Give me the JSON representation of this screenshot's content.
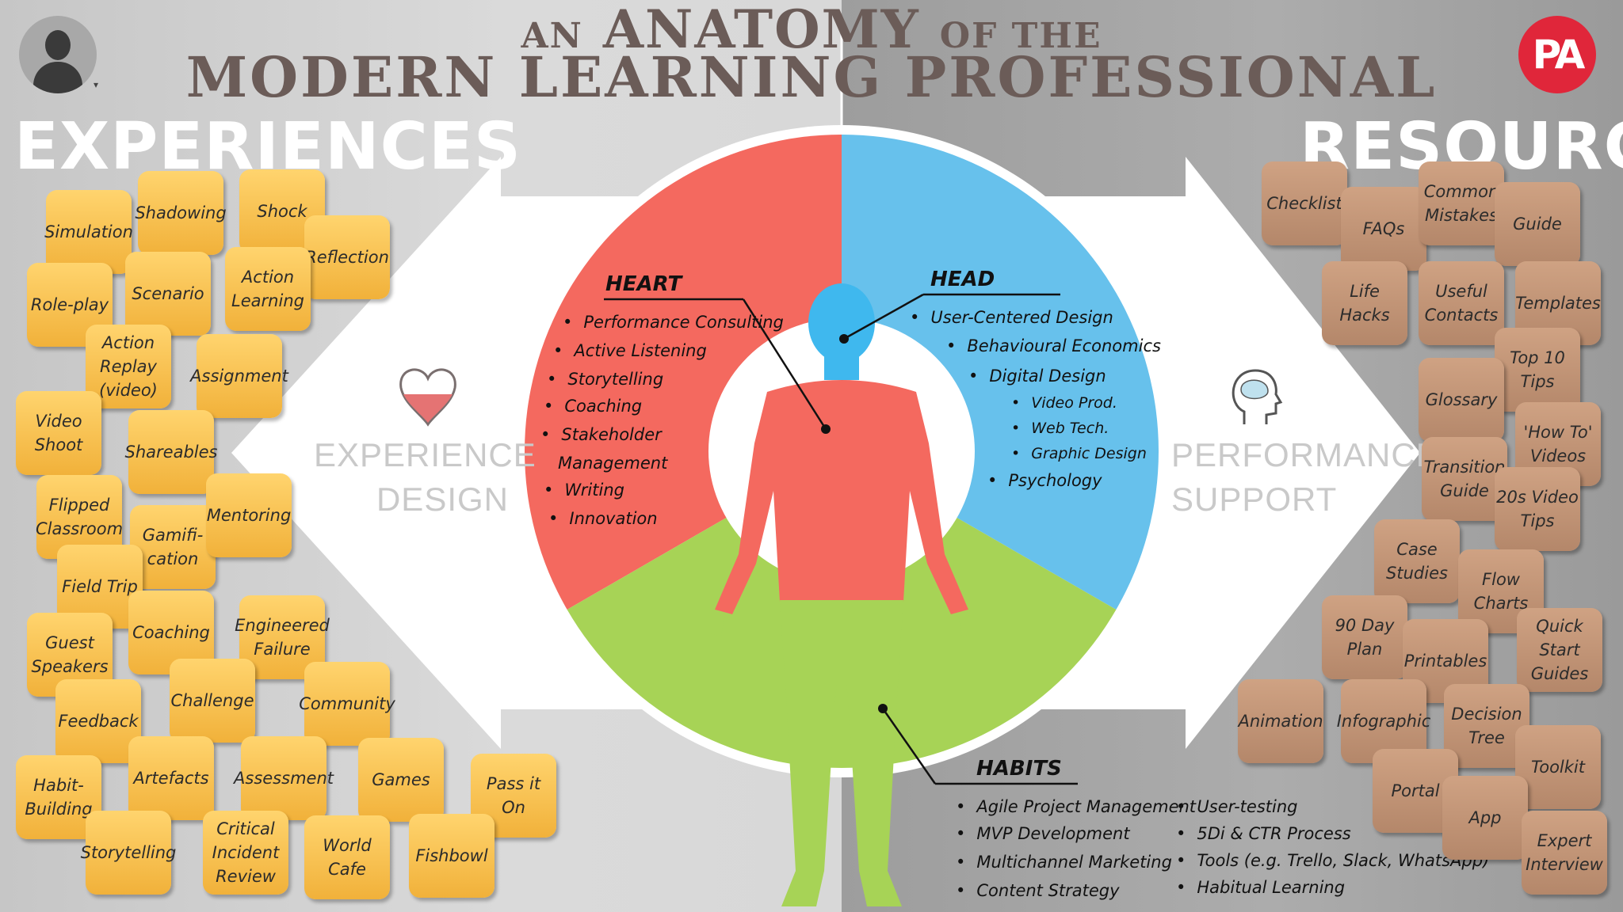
{
  "title": {
    "line1_an": "AN",
    "line1_anatomy": "ANATOMY",
    "line1_ofthe": "OF THE",
    "line2": "MODERN LEARNING PROFESSIONAL"
  },
  "sections": {
    "left": "EXPERIENCES",
    "right": "RESOURCES"
  },
  "side_labels": {
    "left_line1": "EXPERIENCE",
    "left_line2": "DESIGN",
    "right_line1": "PERFORMANCE",
    "right_line2": "SUPPORT"
  },
  "logo_text": "PA",
  "icons": {
    "avatar": "user-avatar-icon",
    "heart": "heart-icon",
    "head": "head-brain-icon"
  },
  "colors": {
    "heart_red": "#f4695f",
    "head_blue": "#67c1ec",
    "habits_green": "#a7d356",
    "tile_yellow": "#f5c04a",
    "tile_brown": "#c09475",
    "logo_red": "#e0263a"
  },
  "heart": {
    "label": "HEART",
    "items": [
      "Performance Consulting",
      "Active Listening",
      "Storytelling",
      "Coaching",
      "Stakeholder",
      "Management",
      "Writing",
      "Innovation"
    ]
  },
  "head": {
    "label": "HEAD",
    "items": [
      "User-Centered Design",
      "Behavioural Economics",
      "Digital Design",
      "Video Prod.",
      "Web Tech.",
      "Graphic Design",
      "Psychology"
    ]
  },
  "habits": {
    "label": "HABITS",
    "col1": [
      "Agile Project Management",
      "MVP Development",
      "Multichannel Marketing",
      "Content Strategy"
    ],
    "col2": [
      "User-testing",
      "5Di & CTR Process",
      "Tools (e.g. Trello, Slack, WhatsApp)",
      "Habitual Learning"
    ]
  },
  "experiences": [
    "Simulation",
    "Shadowing",
    "Shock",
    "Reflection",
    "Role-play",
    "Scenario",
    "Action Learning",
    "Action Replay (video)",
    "Assignment",
    "Video Shoot",
    "Shareables",
    "Flipped Classroom",
    "Gamifi-cation",
    "Mentoring",
    "Field Trip",
    "Guest Speakers",
    "Coaching",
    "Engineered Failure",
    "Feedback",
    "Challenge",
    "Community",
    "Habit-Building",
    "Artefacts",
    "Assessment",
    "Games",
    "Pass it On",
    "Storytelling",
    "Critical Incident Review",
    "World Cafe",
    "Fishbowl"
  ],
  "resources": [
    "Checklist",
    "FAQs",
    "Common Mistakes",
    "Guide",
    "Life Hacks",
    "Useful Contacts",
    "Templates",
    "Top 10 Tips",
    "Glossary",
    "'How To' Videos",
    "Transition Guide",
    "20s Video Tips",
    "Case Studies",
    "Flow Charts",
    "90 Day Plan",
    "Printables",
    "Quick Start Guides",
    "Animation",
    "Infographic",
    "Decision Tree",
    "Toolkit",
    "Portal",
    "App",
    "Expert Interview"
  ]
}
